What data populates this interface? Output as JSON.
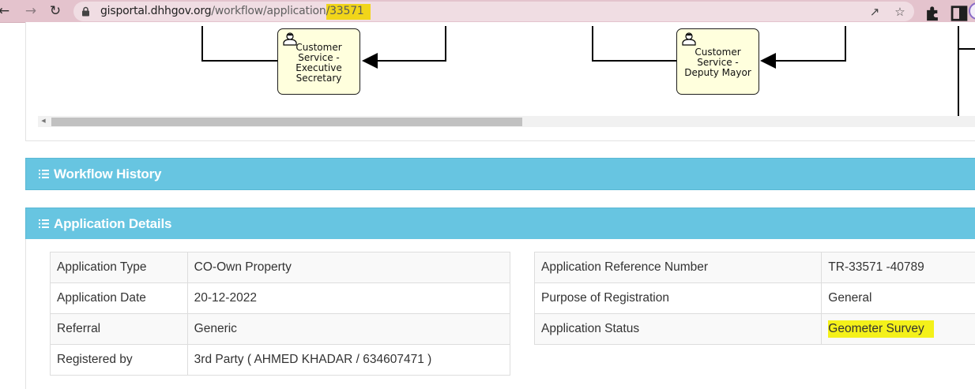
{
  "browser": {
    "url_domain": "gisportal.dhhgov.org",
    "url_path": "/workflow/application",
    "url_highlight": "/33571",
    "nav_icons": [
      "back-arrow-icon",
      "forward-arrow-icon",
      "reload-icon"
    ],
    "toolbar_icons": [
      "share-icon",
      "bookmark-star-icon",
      "extensions-puzzle-icon",
      "side-panel-icon",
      "profile-icon"
    ],
    "highlight_color": "#f1d51a"
  },
  "diagram": {
    "tasks": [
      {
        "icon": "user-task-icon",
        "lines": [
          "Customer",
          "Service -",
          "Executive",
          "Secretary"
        ]
      },
      {
        "icon": "user-task-icon",
        "lines": [
          "Customer",
          "Service -",
          "Deputy Mayor"
        ]
      }
    ]
  },
  "sections": {
    "workflow_history": {
      "title": "Workflow History",
      "icon": "list-icon"
    },
    "application_details": {
      "title": "Application Details",
      "icon": "list-icon"
    }
  },
  "details": {
    "left_table": [
      {
        "label": "Application Type",
        "value": "CO-Own Property"
      },
      {
        "label": "Application Date",
        "value": "20-12-2022"
      },
      {
        "label": "Referral",
        "value": "Generic"
      },
      {
        "label": "Registered by",
        "value": "3rd Party ( AHMED KHADAR / 634607471 )"
      }
    ],
    "right_table": [
      {
        "label": "Application Reference Number",
        "value": "TR-33571 -40789"
      },
      {
        "label": "Purpose of Registration",
        "value": "General"
      },
      {
        "label": "Application Status",
        "value": "Geometer Survey"
      }
    ]
  },
  "colors": {
    "chrome_bg": "#e4c3cd",
    "section_header_bg": "#67c5e1",
    "task_bg": "#ffffdd",
    "status_highlight": "#f4f11a"
  }
}
